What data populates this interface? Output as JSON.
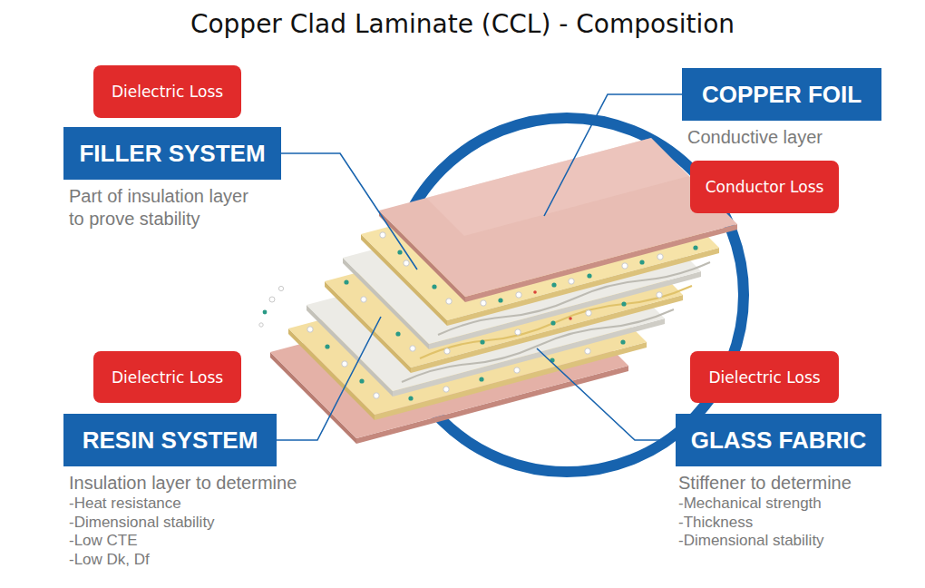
{
  "diagram": {
    "title": "Copper Clad Laminate (CCL) - Composition",
    "nodes": [
      {
        "text": [
          "Dielectric Loss"
        ]
      },
      {
        "text": [
          "COPPER FOIL",
          "Conductive layer"
        ]
      },
      {
        "text": [
          "FILLER SYSTEM",
          "Part of insulation layer to prove stability"
        ]
      },
      {
        "text": [
          "Conductor Loss"
        ]
      },
      {
        "text": [
          "Dielectric Loss"
        ]
      },
      {
        "text": [
          "Dielectric Loss"
        ]
      },
      {
        "text": [
          "RESIN SYSTEM",
          "Insulation layer to determine",
          "-Heat resistance",
          "-Dimensional stability",
          "-Low CTE",
          "-Low Dk, Df"
        ]
      },
      {
        "text": [
          "GLASS FABRIC",
          "Stiffener to determine",
          "-Mechanical strength",
          "-Thickness",
          "-Dimensional stability"
        ]
      }
    ]
  }
}
